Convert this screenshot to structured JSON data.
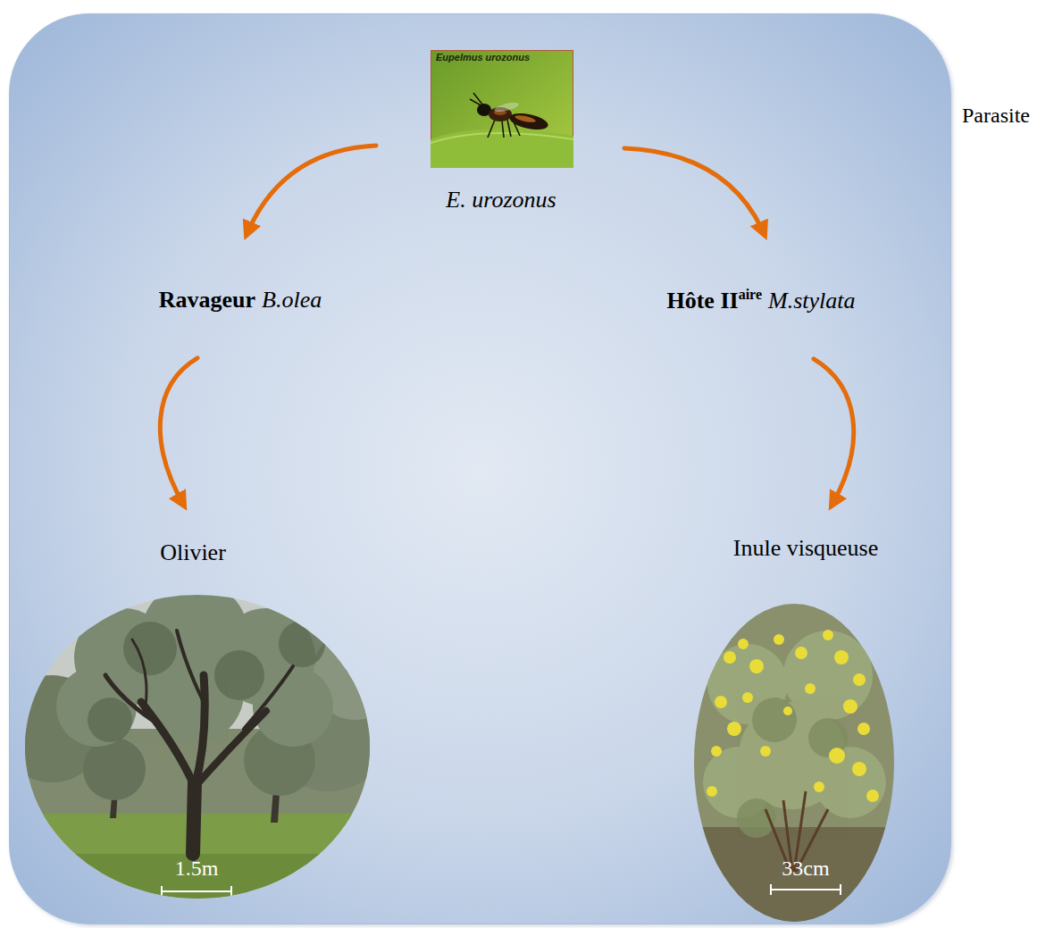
{
  "diagram": {
    "nodes": [
      {
        "text": [
          "Parasite"
        ]
      },
      {
        "text": [
          "Eupelmus urozonus",
          "E. urozonus"
        ],
        "in": 0
      },
      {
        "text": [
          "Ravageur",
          "B.olea"
        ],
        "in": 0
      },
      {
        "text": [
          "Hôte II",
          "aire",
          "M.stylata"
        ],
        "in": 0
      },
      {
        "text": [
          "Olivier"
        ],
        "in": 0
      },
      {
        "text": [
          "Inule visqueuse"
        ],
        "in": 0
      },
      {
        "text": [
          "1.5m"
        ],
        "in": 0
      },
      {
        "text": [
          "33cm"
        ],
        "in": 0
      }
    ],
    "edges": [
      {
        "from": 1,
        "to": 2,
        "arrow": "to"
      },
      {
        "from": 1,
        "to": 3,
        "arrow": "to"
      },
      {
        "from": 2,
        "to": 4,
        "arrow": "to"
      },
      {
        "from": 3,
        "to": 5,
        "arrow": "to"
      }
    ]
  }
}
